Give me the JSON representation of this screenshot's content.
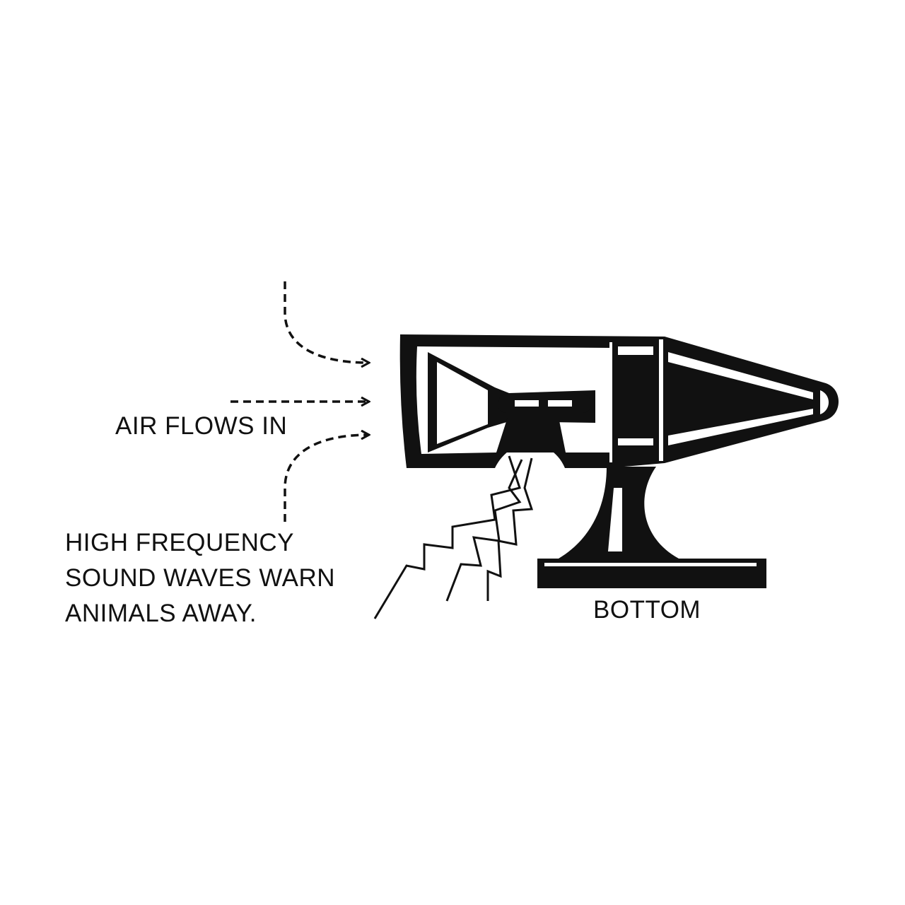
{
  "labels": {
    "air_flows_in": "AIR FLOWS IN",
    "sound_waves": {
      "line1": "HIGH FREQUENCY",
      "line2": "SOUND WAVES WARN",
      "line3": "ANIMALS AWAY."
    },
    "bottom": "BOTTOM"
  },
  "colors": {
    "ink": "#111111",
    "background": "#ffffff"
  }
}
